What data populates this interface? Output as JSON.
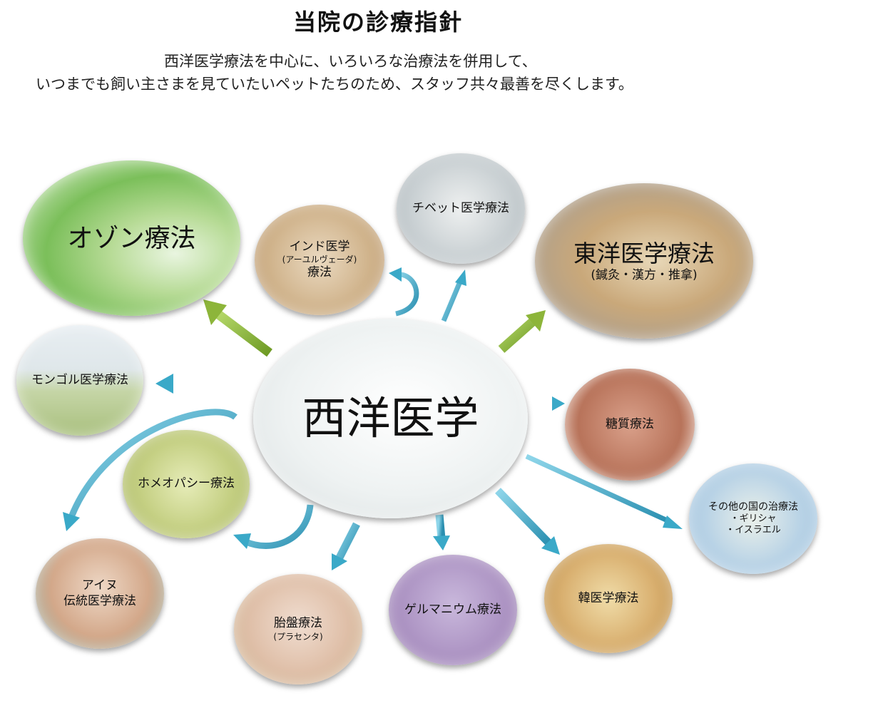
{
  "title": "当院の診療指針",
  "intro": {
    "line1": "西洋医学療法を中心に、いろいろな治療法を併用して、",
    "line2": "いつまでも飼い主さまを見ていたいペットたちのため、スタッフ共々最善を尽くします。"
  },
  "center": {
    "label": "西洋医学"
  },
  "therapies": {
    "ozone": {
      "label": "オゾン療法"
    },
    "india": {
      "line1": "インド医学",
      "line2": "(アーユルヴェーダ)",
      "line3": "療法"
    },
    "tibet": {
      "label": "チベット医学療法"
    },
    "eastern": {
      "label": "東洋医学療法",
      "sub": "(鍼灸・漢方・推拿)"
    },
    "mongol": {
      "label": "モンゴル医学療法"
    },
    "sugar": {
      "label": "糖質療法"
    },
    "other": {
      "label": "その他の国の治療法",
      "item1": "・ギリシャ",
      "item2": "・イスラエル"
    },
    "homeopathy": {
      "label": "ホメオパシー療法"
    },
    "ainu": {
      "line1": "アイヌ",
      "line2": "伝統医学療法"
    },
    "placenta": {
      "label": "胎盤療法",
      "sub": "(プラセンタ)"
    },
    "germanium": {
      "label": "ゲルマニウム療法"
    },
    "korean": {
      "label": "韓医学療法"
    }
  },
  "colors": {
    "arrow_green": "#8db53a",
    "arrow_blue": "#3aa9c8",
    "germanium_purple": "#a98fc0"
  }
}
